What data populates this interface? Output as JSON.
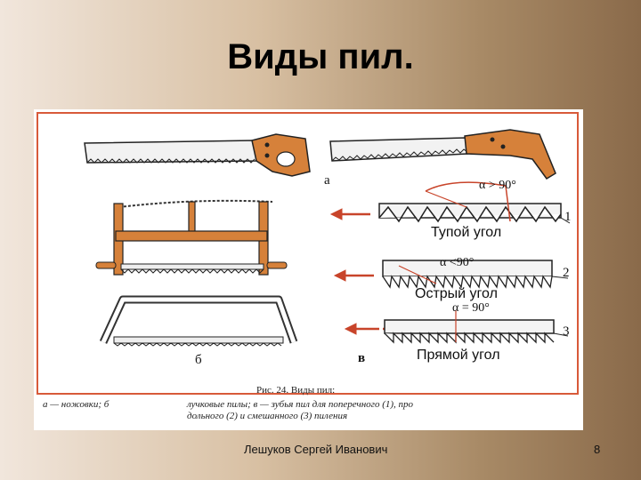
{
  "slide": {
    "title": "Виды пил.",
    "footer_author": "Лешуков Сергей Иванович",
    "page_number": "8"
  },
  "figure": {
    "label_a": "а",
    "label_b": "б",
    "label_v": "в",
    "angle_1": "α > 90°",
    "angle_2": "α <90°",
    "angle_3": "α = 90°",
    "num_1": "1",
    "num_2": "2",
    "num_3": "3",
    "tooth_1": "Тупой угол",
    "tooth_2": "Острый угол",
    "tooth_3": "Прямой угол",
    "caption_title": "Рис. 24. Виды пил:",
    "caption_line1_left": "а — ножовки;  б",
    "caption_line1_right": "лучковые  пилы;  в — зубья  пил  для  поперечного  (1),  про",
    "caption_line2": "дольного (2) и смешанного (3) пиления"
  },
  "colors": {
    "background_light": "#f1e6dc",
    "background_dark": "#8a6a4a",
    "frame": "#d85a3a",
    "handle": "#d6813a",
    "arrow": "#c8442a"
  }
}
